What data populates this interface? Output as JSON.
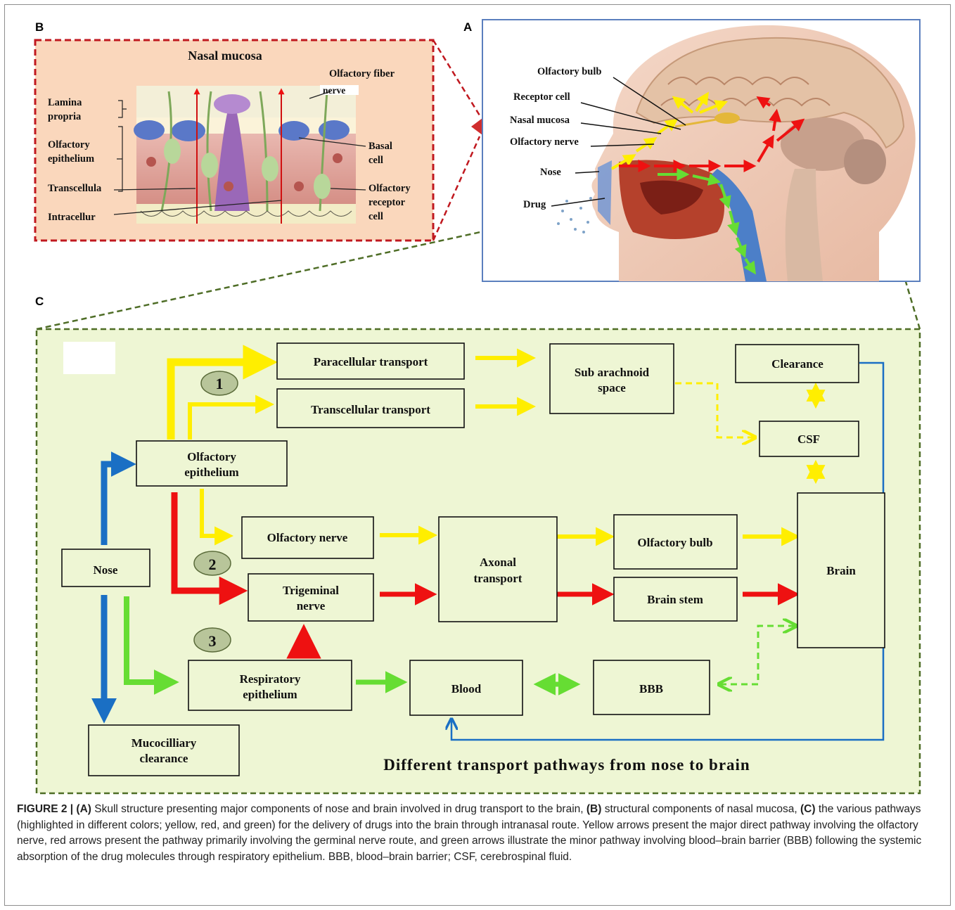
{
  "panels": {
    "a": "A",
    "b": "B",
    "c": "C"
  },
  "nasal": {
    "title": "Nasal mucosa",
    "left": [
      "Lamina",
      "propria",
      "Olfactory",
      "epithelium",
      "Transcellula",
      "Intracellur"
    ],
    "right": [
      "Olfactory fiber",
      "nerve",
      "Basal",
      "cell",
      "Olfactory",
      "receptor",
      "cell"
    ]
  },
  "head": {
    "labels": [
      "Olfactory bulb",
      "Receptor cell",
      "Nasal mucosa",
      "Olfactory nerve",
      "Nose",
      "Drug"
    ]
  },
  "flow": {
    "footer": "Different transport pathways from nose to brain",
    "markers": [
      "1",
      "2",
      "3"
    ],
    "boxes": {
      "paracellular": [
        "Paracellular transport"
      ],
      "transcellular": [
        "Transcellular transport"
      ],
      "subarachnoid": [
        "Sub arachnoid",
        "space"
      ],
      "clearance": [
        "Clearance"
      ],
      "csf": [
        "CSF"
      ],
      "olf_epi": [
        "Olfactory",
        "epithelium"
      ],
      "olf_nerve": [
        "Olfactory nerve"
      ],
      "axonal": [
        "Axonal",
        "transport"
      ],
      "olf_bulb": [
        "Olfactory bulb"
      ],
      "brain": [
        "Brain"
      ],
      "nose": [
        "Nose"
      ],
      "trigeminal": [
        "Trigeminal",
        "nerve"
      ],
      "brain_stem": [
        "Brain stem"
      ],
      "resp_epi": [
        "Respiratory",
        "epithelium"
      ],
      "blood": [
        "Blood"
      ],
      "bbb": [
        "BBB"
      ],
      "mucociliary": [
        "Mucocilliary",
        "clearance"
      ]
    }
  },
  "caption": {
    "fig": "FIGURE 2 | (A)",
    "s1": " Skull structure presenting major components of nose and brain involved in drug transport to the brain, ",
    "b": "(B)",
    "s2": " structural components of nasal mucosa, ",
    "c": "(C)",
    "s3": " the various pathways (highlighted in different colors; yellow, red, and green) for the delivery of drugs into the brain through intranasal route. Yellow arrows present the major direct pathway involving the olfactory nerve, red arrows present the pathway primarily involving the germinal nerve route, and green arrows illustrate the minor pathway involving blood–brain barrier (BBB) following the systemic absorption of the drug molecules through respiratory epithelium. BBB, blood–brain barrier; CSF, cerebrospinal fluid."
  },
  "colors": {
    "yellow": "#ffee00",
    "red": "#ee1111",
    "green": "#66dd33",
    "blue": "#1a6fc4",
    "panel_bg": "#eef6d4",
    "mucosa_bg": "#fad7bc"
  }
}
